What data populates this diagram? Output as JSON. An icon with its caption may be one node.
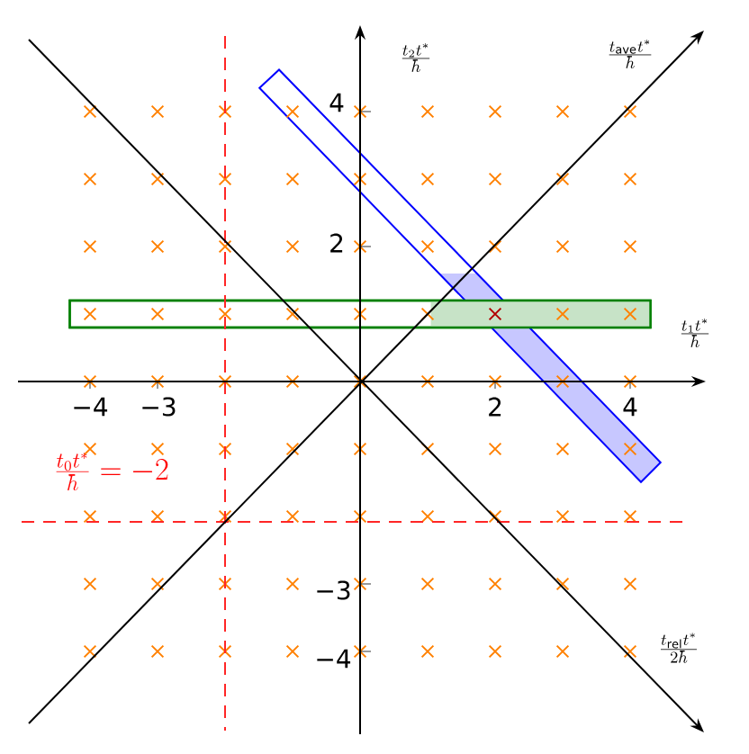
{
  "diagram": {
    "labels": [
      "\\frac{t_2 t^*}{\\hbar}",
      "\\frac{t_{\\mathrm{ave}} t^*}{\\hbar}",
      "4",
      "2",
      "\\frac{t_1 t^*}{\\hbar}",
      "−4",
      "−3",
      "2",
      "4",
      "\\frac{t_0 t^*}{\\hbar} = -2",
      "−3",
      "−4",
      "\\frac{t_{\\mathrm{rel}} t^*}{2\\hbar}"
    ]
  }
}
